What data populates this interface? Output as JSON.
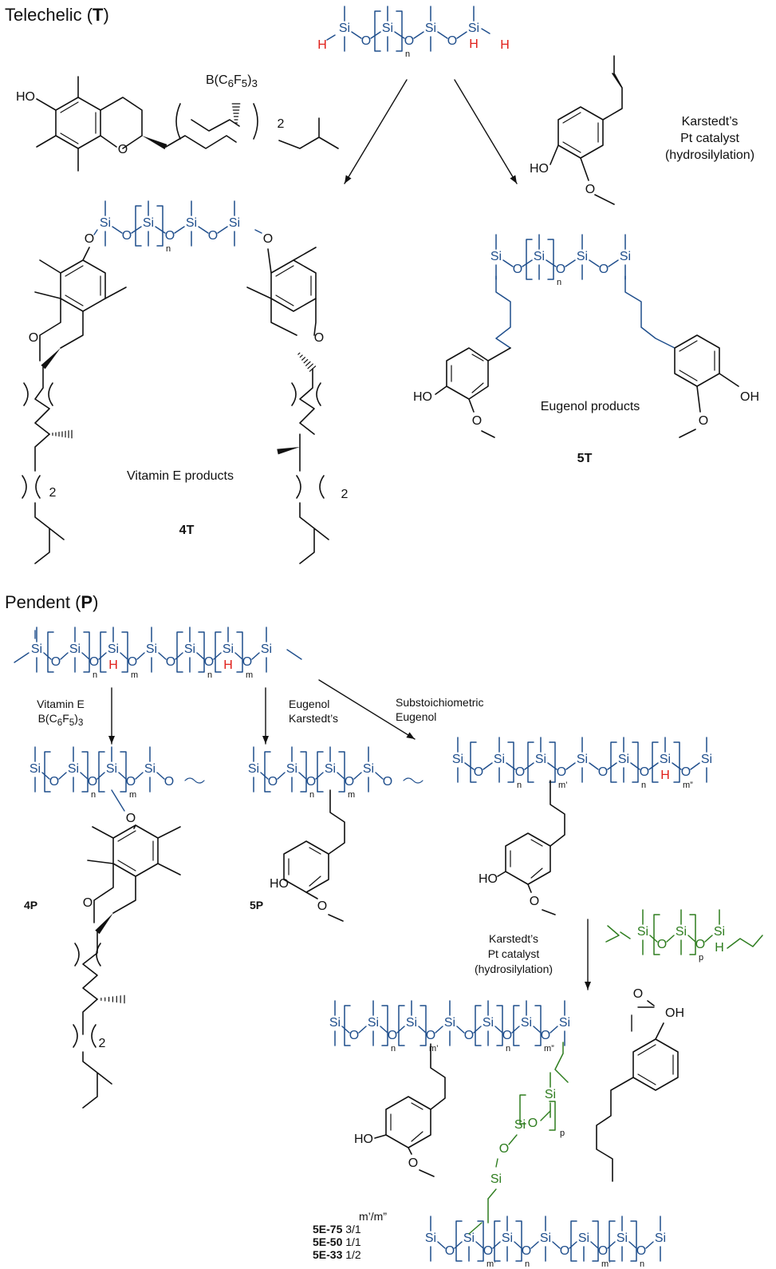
{
  "sections": {
    "telechelic": {
      "label": "Telechelic (",
      "letter": "T",
      "close": ")"
    },
    "pendent": {
      "label": "Pendent (",
      "letter": "P",
      "close": ")"
    }
  },
  "reagents": {
    "boron_catalyst": "B(C",
    "boron_sub1": "6",
    "boron_mid": "F",
    "boron_sub2": "5",
    "boron_end": ")",
    "boron_sub3": "3",
    "karstedt_lines": [
      "Karstedt’s",
      "Pt catalyst",
      "(hydrosilylation)"
    ],
    "vitamin_e_cond": [
      "Vitamin E",
      "B(C6F5)3"
    ],
    "eugenol_cond": [
      "Eugenol",
      "Karstedt’s"
    ],
    "substoich_cond": [
      "Substoichiometric",
      "Eugenol"
    ],
    "karstedt_lower_lines": [
      "Karstedt’s",
      "Pt catalyst",
      "(hydrosilylation)"
    ]
  },
  "products": {
    "vitamin_e_products": "Vitamin E products",
    "eugenol_products": "Eugenol products",
    "code_4T": "4T",
    "code_5T": "5T",
    "code_4P": "4P",
    "code_5P": "5P"
  },
  "atoms": {
    "si": "Si",
    "o": "O",
    "h": "H",
    "ho": "HO",
    "oh": "OH",
    "n": "n",
    "m": "m",
    "p": "p",
    "m1": "m’",
    "m2": "m”",
    "two": "2"
  },
  "legend": {
    "header": "m’/m”",
    "rows": [
      {
        "code": "5E-75",
        "ratio": "3/1"
      },
      {
        "code": "5E-50",
        "ratio": "1/1"
      },
      {
        "code": "5E-33",
        "ratio": "1/2"
      }
    ]
  },
  "colors": {
    "silicone": "#1f4e8c",
    "hydride": "#e0201b",
    "crosslinker": "#2e7d1f",
    "bond": "#111111"
  }
}
